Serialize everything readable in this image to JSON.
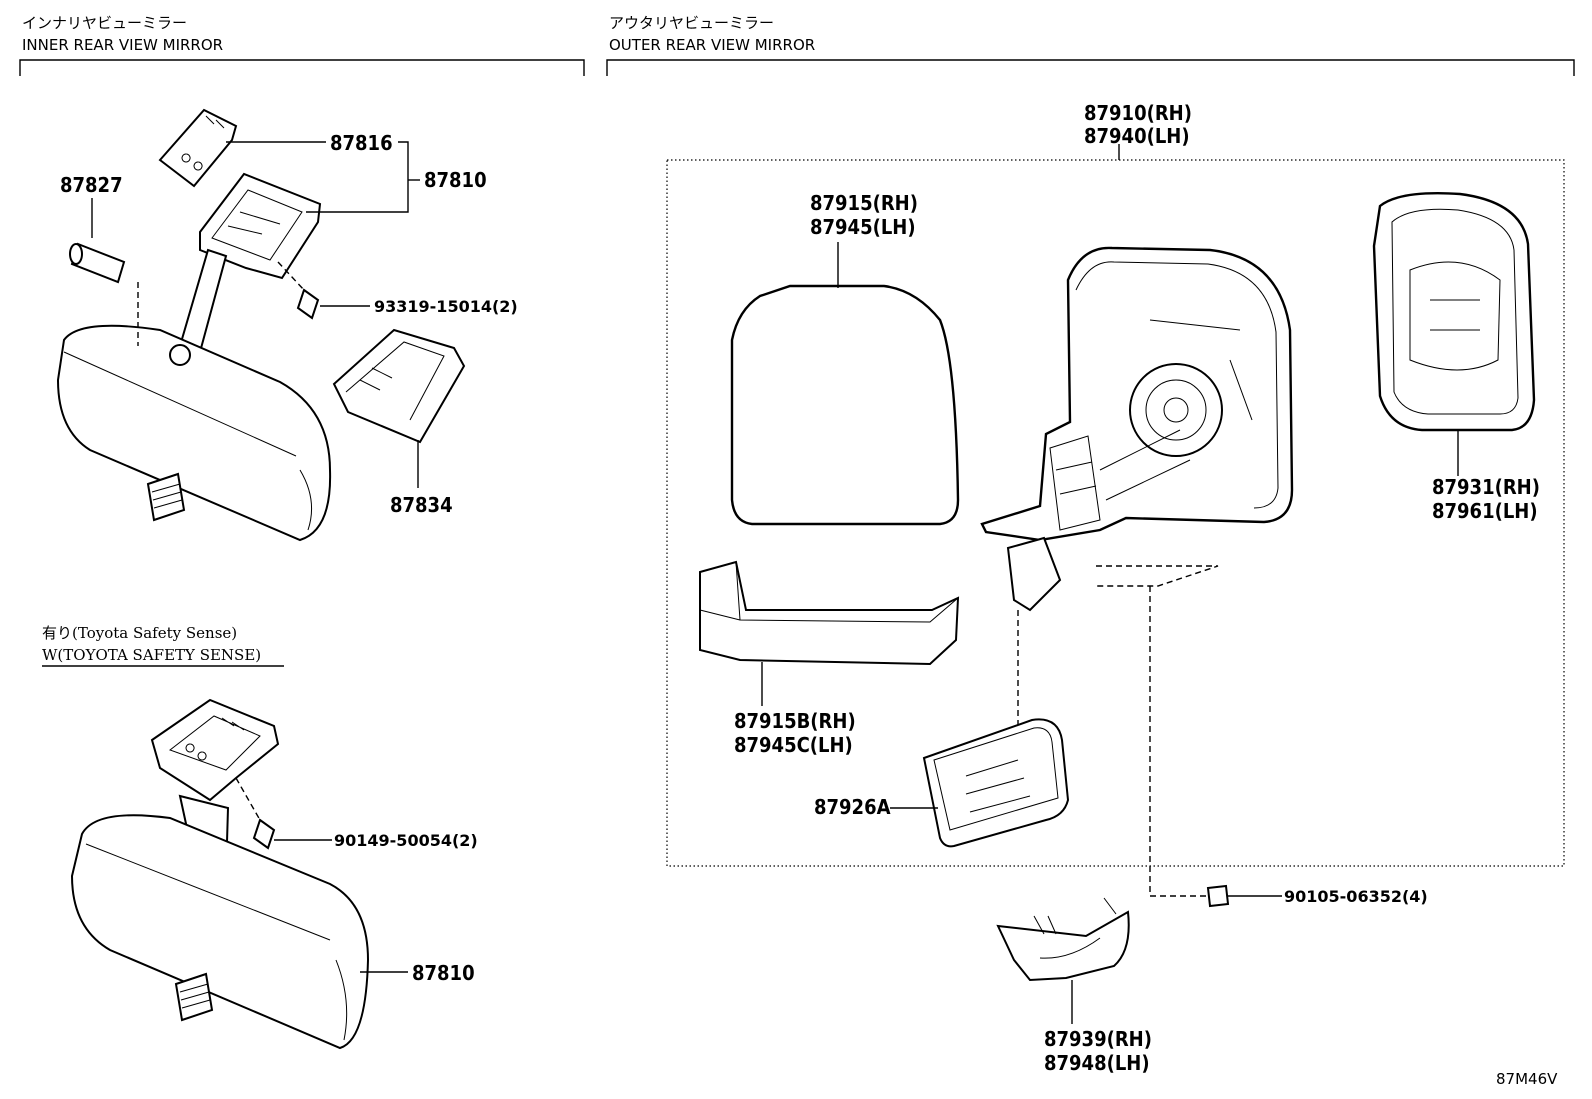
{
  "sections": {
    "inner": {
      "title_jp": "インナリヤビューミラー",
      "title_en": "INNER REAR VIEW MIRROR"
    },
    "outer": {
      "title_jp": "アウタリヤビューミラー",
      "title_en": "OUTER REAR VIEW MIRROR"
    }
  },
  "variant_note": {
    "jp": "有り(Toyota Safety Sense)",
    "en": "W(TOYOTA SAFETY SENSE)"
  },
  "labels": {
    "p87816": "87816",
    "p87810a": "87810",
    "p87827": "87827",
    "p93319": "93319-15014(2)",
    "p87834": "87834",
    "p90149": "90149-50054(2)",
    "p87810b": "87810",
    "p87910": "87910(RH)",
    "p87940": "87940(LH)",
    "p87915": "87915(RH)",
    "p87945": "87945(LH)",
    "p87931": "87931(RH)",
    "p87961": "87961(LH)",
    "p87915B": "87915B(RH)",
    "p87945C": "87945C(LH)",
    "p87926A": "87926A",
    "p90105": "90105-06352(4)",
    "p87939": "87939(RH)",
    "p87948": "87948(LH)"
  },
  "diagram_code": "87M46V"
}
